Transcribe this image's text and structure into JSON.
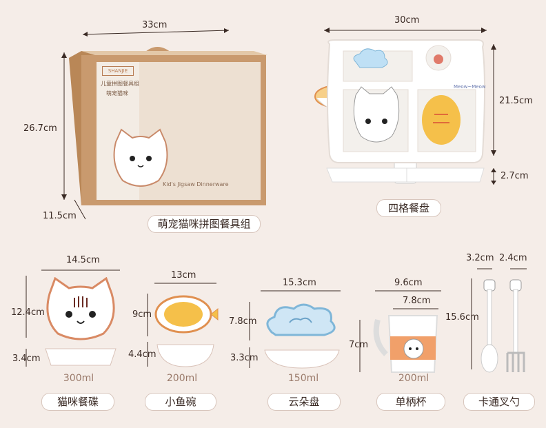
{
  "box": {
    "width": "33cm",
    "height": "26.7cm",
    "depth": "11.5cm",
    "brand": "SHANJIE",
    "package_title": "儿童拼图餐具组",
    "package_subtitle": "萌宠猫咪",
    "package_caption": "Kid's Jigsaw Dinnerware",
    "label": "萌宠猫咪拼图餐具组"
  },
  "tray": {
    "width": "30cm",
    "height": "21.5cm",
    "depth": "2.7cm",
    "label": "四格餐盘",
    "script": "Meow~Meow"
  },
  "items": [
    {
      "name": "猫咪餐碟",
      "capacity": "300ml",
      "width": "14.5cm",
      "height": "12.4cm",
      "depth": "3.4cm"
    },
    {
      "name": "小鱼碗",
      "capacity": "200ml",
      "width": "13cm",
      "height": "9cm",
      "depth": "4.4cm"
    },
    {
      "name": "云朵盘",
      "capacity": "150ml",
      "width": "15.3cm",
      "height": "7.8cm",
      "depth": "3.3cm"
    },
    {
      "name": "单柄杯",
      "capacity": "200ml",
      "width": "9.6cm",
      "width_inner": "7.8cm",
      "height": "7cm"
    },
    {
      "name": "卡通叉勺",
      "width_spoon": "3.2cm",
      "width_fork": "2.4cm",
      "height": "15.6cm"
    }
  ],
  "colors": {
    "background": "#f5ede8",
    "accent": "#e06a3a",
    "kraft": "#c99a6e"
  }
}
